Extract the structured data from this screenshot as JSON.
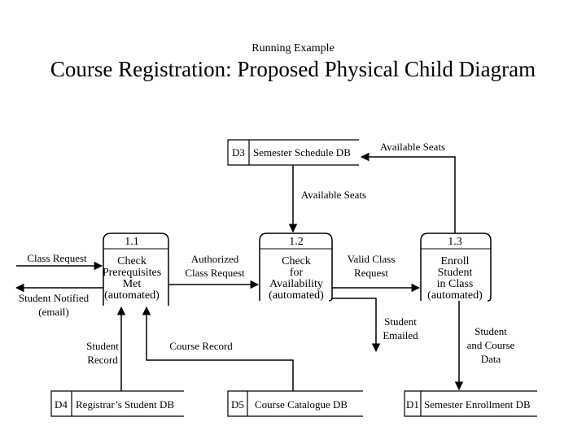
{
  "header": {
    "supertitle": "Running Example",
    "title": "Course Registration: Proposed Physical Child Diagram"
  },
  "processes": [
    {
      "id": "1.1",
      "lines": [
        "Check",
        "Prerequisites",
        "Met",
        "(automated)"
      ]
    },
    {
      "id": "1.2",
      "lines": [
        "Check",
        "for",
        "Availability",
        "(automated)"
      ]
    },
    {
      "id": "1.3",
      "lines": [
        "Enroll",
        "Student",
        "in Class",
        "(automated)"
      ]
    }
  ],
  "stores": [
    {
      "id": "D3",
      "name": "Semester Schedule DB"
    },
    {
      "id": "D4",
      "name": "Registrar’s Student DB"
    },
    {
      "id": "D5",
      "name": "Course Catalogue DB"
    },
    {
      "id": "D1",
      "name": "Semester Enrollment DB"
    }
  ],
  "flows": {
    "available_seats_top": [
      "Available Seats"
    ],
    "available_seats_mid": [
      "Available Seats"
    ],
    "class_request": [
      "Class Request"
    ],
    "student_notified": [
      "Student Notified",
      "(email)"
    ],
    "authorized_request": [
      "Authorized",
      "Class Request"
    ],
    "valid_request": [
      "Valid Class",
      "Request"
    ],
    "student_record": [
      "Student",
      "Record"
    ],
    "course_record": [
      "Course Record"
    ],
    "student_emailed": [
      "Student",
      "Emailed"
    ],
    "student_course_data": [
      "Student",
      "and Course",
      "Data"
    ]
  }
}
